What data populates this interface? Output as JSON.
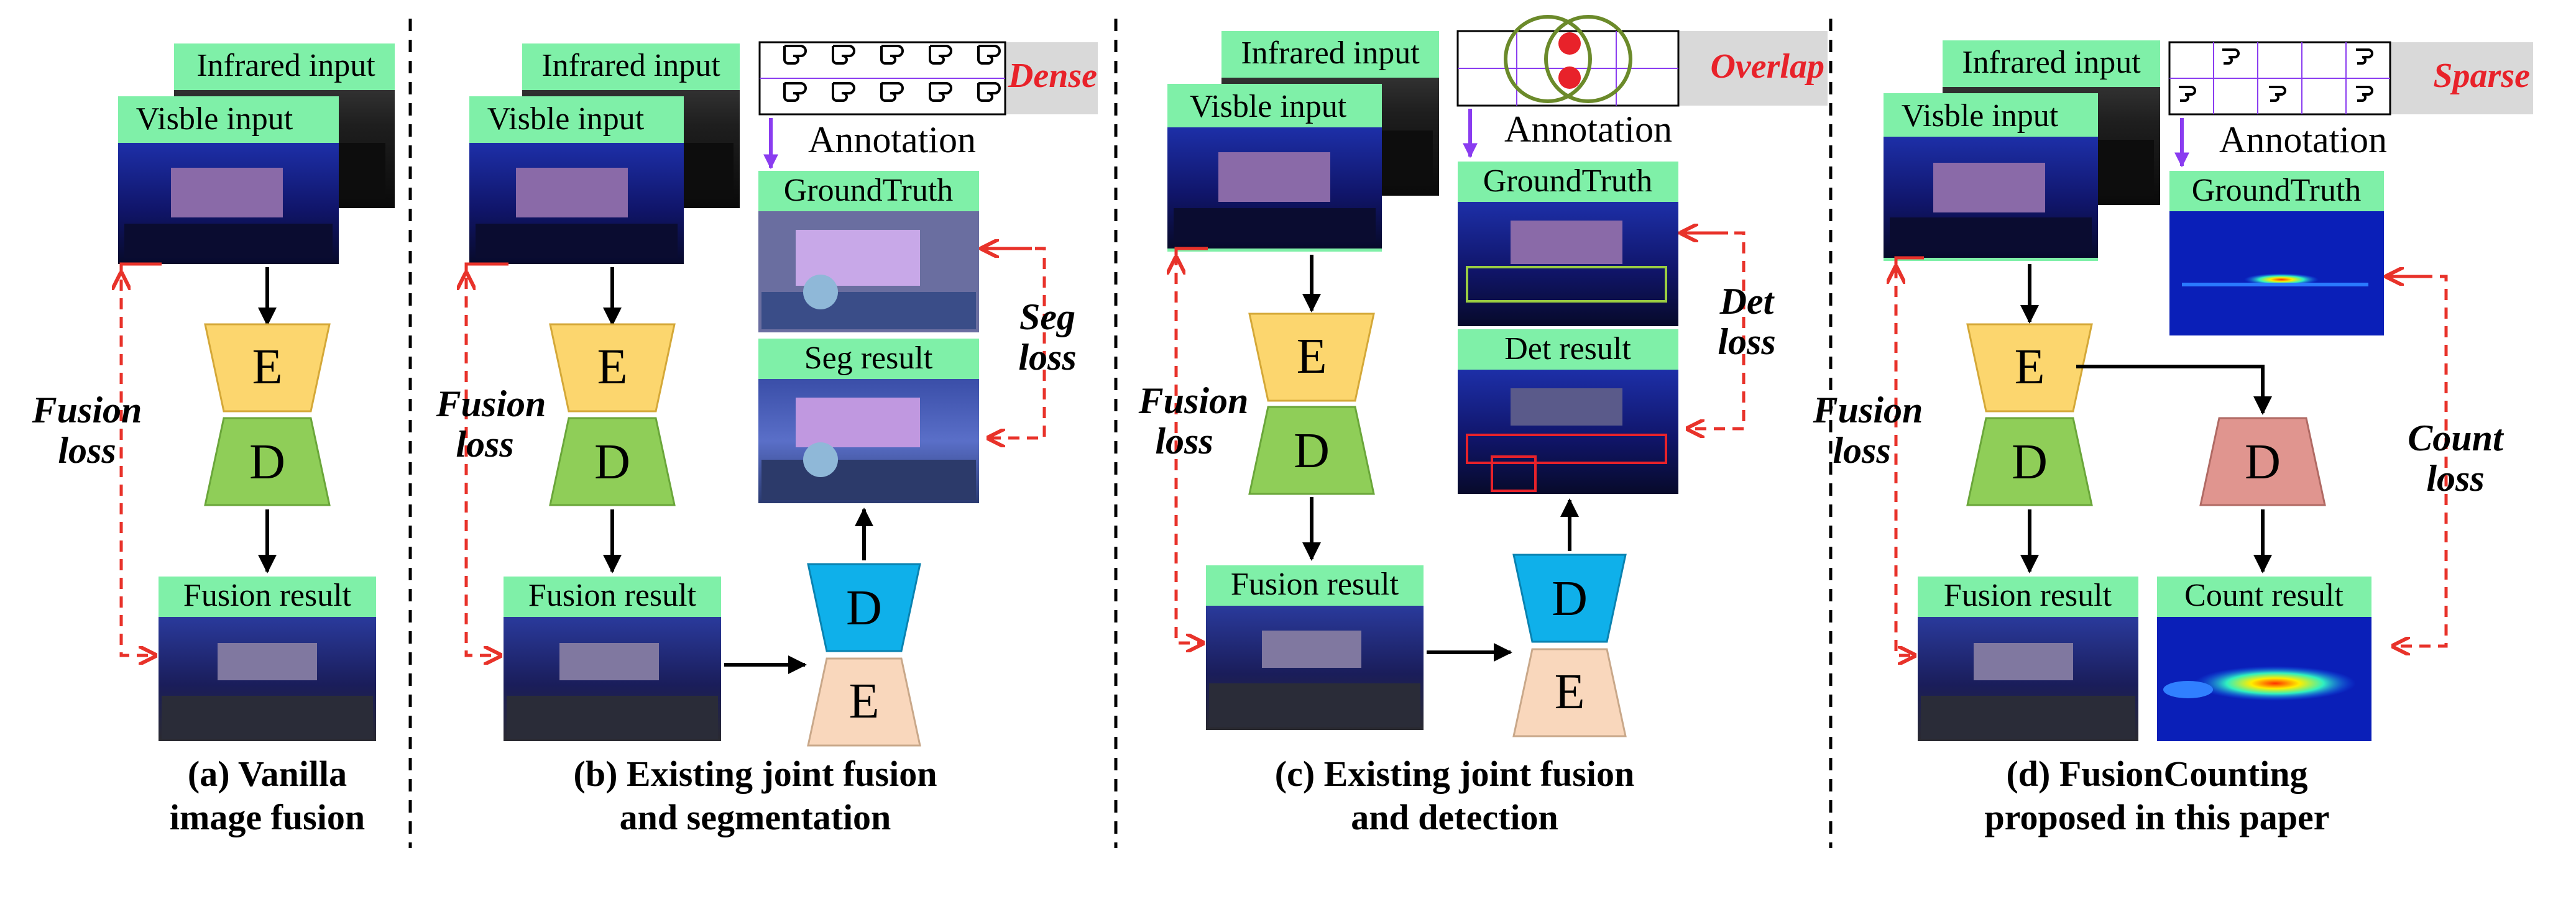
{
  "panels": {
    "a": {
      "infrared_label": "Infrared input",
      "visible_label": "Visble input",
      "encoder": "E",
      "decoder": "D",
      "loss_line1": "Fusion",
      "loss_line2": "loss",
      "output_label": "Fusion result",
      "caption_line1": "(a) Vanilla",
      "caption_line2": "image fusion"
    },
    "b": {
      "infrared_label": "Infrared input",
      "visible_label": "Visble input",
      "encoder": "E",
      "decoder": "D",
      "loss_line1": "Fusion",
      "loss_line2": "loss",
      "output_label": "Fusion result",
      "task_decoder": "D",
      "task_encoder": "E",
      "gt_label": "GroundTruth",
      "result_label": "Seg result",
      "task_loss_line1": "Seg",
      "task_loss_line2": "loss",
      "annotation_label": "Annotation",
      "annotation_tag": "Dense",
      "caption_line1": "(b) Existing joint fusion",
      "caption_line2": "and segmentation"
    },
    "c": {
      "infrared_label": "Infrared input",
      "visible_label": "Visble input",
      "encoder": "E",
      "decoder": "D",
      "loss_line1": "Fusion",
      "loss_line2": "loss",
      "output_label": "Fusion result",
      "task_decoder": "D",
      "task_encoder": "E",
      "gt_label": "GroundTruth",
      "result_label": "Det result",
      "task_loss_line1": "Det",
      "task_loss_line2": "loss",
      "annotation_label": "Annotation",
      "annotation_tag": "Overlap",
      "caption_line1": "(c) Existing joint fusion",
      "caption_line2": "and detection"
    },
    "d": {
      "infrared_label": "Infrared input",
      "visible_label": "Visble input",
      "encoder": "E",
      "decoder": "D",
      "loss_line1": "Fusion",
      "loss_line2": "loss",
      "output_label": "Fusion result",
      "count_decoder": "D",
      "gt_label": "GroundTruth",
      "count_label": "Count result",
      "count_loss_line1": "Count",
      "count_loss_line2": "loss",
      "annotation_label": "Annotation",
      "annotation_tag": "Sparse",
      "caption_line1": "(d) FusionCounting",
      "caption_line2": "proposed in this paper"
    }
  },
  "colors": {
    "label_bg": "#7ff0a8",
    "encoder": "#fcd66e",
    "decoder": "#8fce58",
    "task_decoder": "#0fb0ea",
    "task_encoder": "#f9d7bc",
    "count_decoder": "#e0958f",
    "loss_arrow": "#e8322a",
    "annotation_arrow": "#8a3cf0",
    "tag_text": "#e8222a",
    "tag_bg": "#d9d9d9"
  }
}
